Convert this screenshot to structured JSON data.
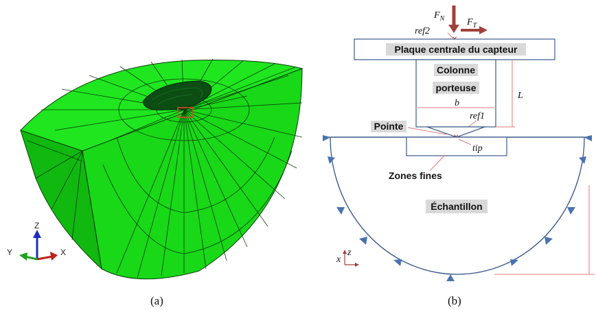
{
  "panel_a": {
    "caption": "(a)",
    "axis_z": "Z",
    "axis_y": "Y",
    "axis_x": "X",
    "colors": {
      "mesh": "#19e619",
      "mesh_dark": "#0c8a0c",
      "edge": "#0a3a0a",
      "marker": "#d94a2a"
    }
  },
  "panel_b": {
    "caption": "(b)",
    "force_normal": "F",
    "force_normal_sub": "N",
    "force_tangent": "F",
    "force_tangent_sub": "T",
    "ref2": "ref2",
    "ref1": "ref1",
    "plate_label": "Plaque centrale du capteur",
    "column_line1": "Colonne",
    "column_line2": "porteuse",
    "width_label": "b",
    "length_label": "L",
    "tip_region_label": "Pointe",
    "tip_point_label": "tip",
    "fine_zone_label": "Zones fines",
    "sample_label": "Échantillon",
    "axis_z": "z",
    "axis_x": "x",
    "colors": {
      "line": "#3a5a8a",
      "force": "#a0403a",
      "support": "#4a72b0",
      "dim": "#e07a7a"
    }
  }
}
